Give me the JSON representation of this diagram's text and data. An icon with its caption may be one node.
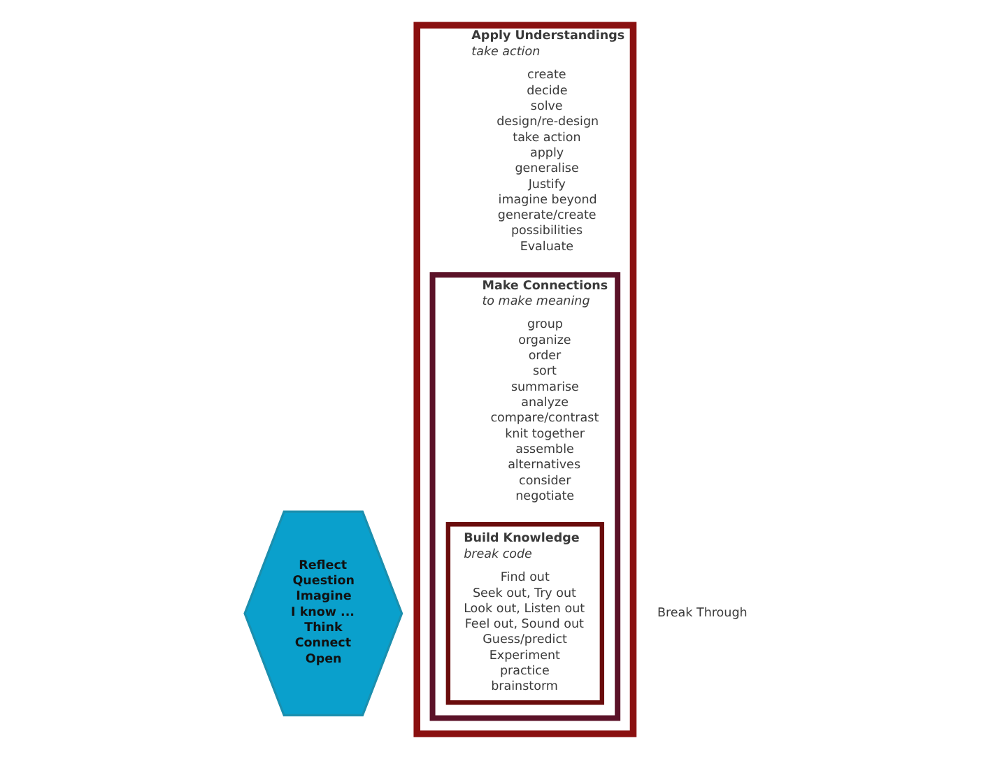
{
  "diagram": {
    "nodes": [
      {
        "text": [
          "Apply Understandings",
          "take action",
          "create",
          "decide",
          "solve",
          "design/re-design",
          "take action",
          "apply",
          "generalise",
          "Justify",
          "imagine beyond",
          "generate/create",
          "possibilities",
          "Evaluate"
        ]
      },
      {
        "text": [
          "Make Connections",
          "to make meaning",
          "group",
          "organize",
          "order",
          "sort",
          "summarise",
          "analyze",
          "compare/contrast",
          "knit together",
          "assemble",
          "alternatives",
          "consider",
          "negotiate"
        ],
        "in": 0
      },
      {
        "text": [
          "Build Knowledge",
          "break code",
          "Find out",
          "Seek out, Try out",
          "Look out, Listen out",
          "Feel out, Sound out",
          "Guess/predict",
          "Experiment",
          "practice",
          "brainstorm"
        ],
        "in": 1
      },
      {
        "text": [
          "Reflect",
          "Question",
          "Imagine",
          "I know ...",
          "Think",
          "Connect",
          "Open"
        ]
      }
    ],
    "labels": [
      "Break Through"
    ]
  }
}
